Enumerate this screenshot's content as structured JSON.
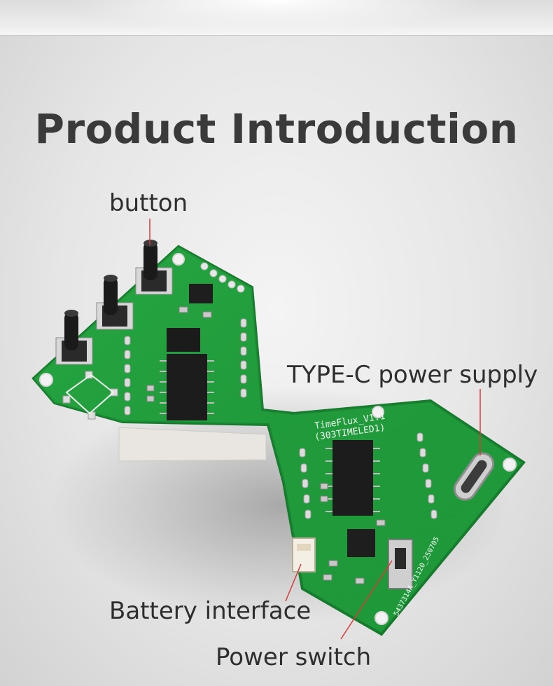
{
  "page": {
    "title": "Product Introduction",
    "background_color": "#e8e8e8",
    "title_color": "#3a3a3a",
    "callout_color": "#d83a3a",
    "pcb_color": "#1f9a3a"
  },
  "callouts": {
    "button": "button",
    "type_c": "TYPE-C power supply",
    "battery": "Battery interface",
    "power_switch": "Power switch"
  },
  "board": {
    "name_line1": "TimeFlux_V1.1",
    "name_line2": "(303TIMELED1)",
    "serial": "5437314A_Y1120_250705"
  }
}
